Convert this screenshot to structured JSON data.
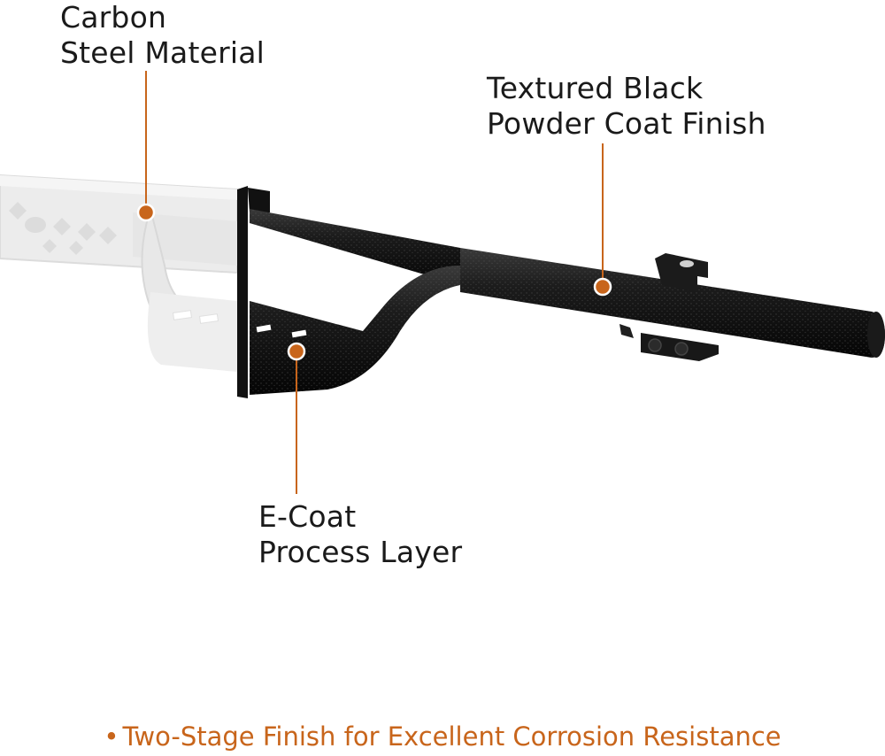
{
  "accent_color": "#c8651b",
  "callouts": {
    "carbon": {
      "line1": "Carbon",
      "line2": "Steel Material"
    },
    "powder": {
      "line1": "Textured Black",
      "line2": "Powder Coat Finish"
    },
    "ecoat": {
      "line1": "E-Coat",
      "line2": "Process Layer"
    }
  },
  "footer": {
    "bullet": "•",
    "text": "Two-Stage Finish for Excellent Corrosion Resistance"
  },
  "icons": [
    "callout-dot-icon",
    "bullet-icon"
  ]
}
